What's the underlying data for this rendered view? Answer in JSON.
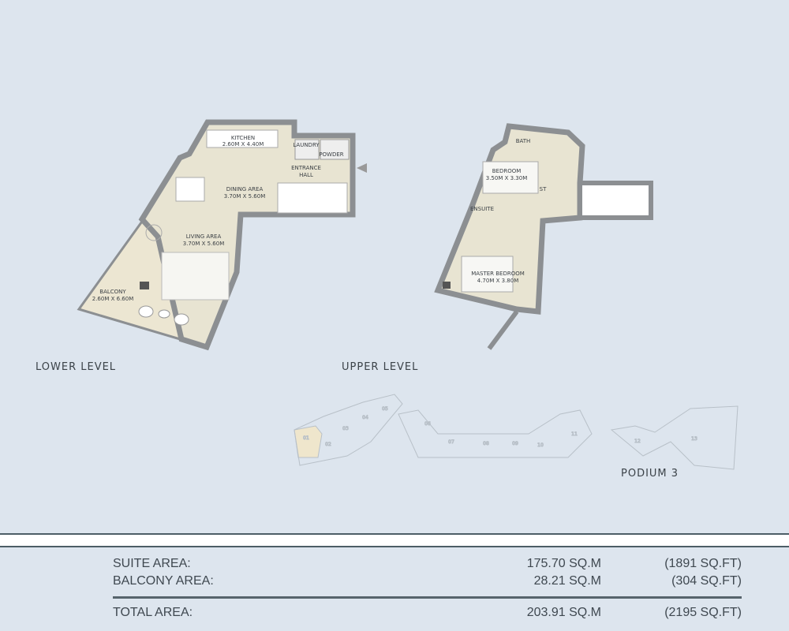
{
  "lower_level": {
    "title": "LOWER LEVEL",
    "rooms": {
      "kitchen": {
        "name": "KITCHEN",
        "size": "2.60M X 4.40M"
      },
      "laundry": {
        "name": "LAUNDRY"
      },
      "powder": {
        "name": "POWDER"
      },
      "entrance": {
        "name": "ENTRANCE",
        "name2": "HALL"
      },
      "dining": {
        "name": "DINING AREA",
        "size": "3.70M X 5.60M"
      },
      "living": {
        "name": "LIVING AREA",
        "size": "3.70M X 5.60M"
      },
      "balcony": {
        "name": "BALCONY",
        "size": "2.60M X 6.60M"
      }
    }
  },
  "upper_level": {
    "title": "UPPER LEVEL",
    "rooms": {
      "bath": {
        "name": "BATH"
      },
      "bedroom": {
        "name": "BEDROOM",
        "size": "3.50M X 3.30M"
      },
      "store": {
        "name": "ST"
      },
      "ensuite": {
        "name": "ENSUITE"
      },
      "master": {
        "name": "MASTER BEDROOM",
        "size": "4.70M X 3.80M"
      }
    }
  },
  "key_plan": {
    "title": "PODIUM 3",
    "units": [
      "01",
      "02",
      "03",
      "04",
      "05",
      "06",
      "07",
      "08",
      "09",
      "10",
      "11",
      "12",
      "13"
    ],
    "highlighted_unit": "01",
    "highlight_color": "#efe6cc"
  },
  "areas": {
    "suite": {
      "label": "SUITE AREA:",
      "sqm": "175.70 SQ.M",
      "sqft": "(1891 SQ.FT)"
    },
    "balcony": {
      "label": "BALCONY AREA:",
      "sqm": "28.21 SQ.M",
      "sqft": "(304 SQ.FT)"
    },
    "total": {
      "label": "TOTAL AREA:",
      "sqm": "203.91 SQ.M",
      "sqft": "(2195 SQ.FT)"
    }
  },
  "colors": {
    "background": "#dde5ee",
    "floor": "#e8e4d2",
    "wall": "#8c8f92"
  }
}
